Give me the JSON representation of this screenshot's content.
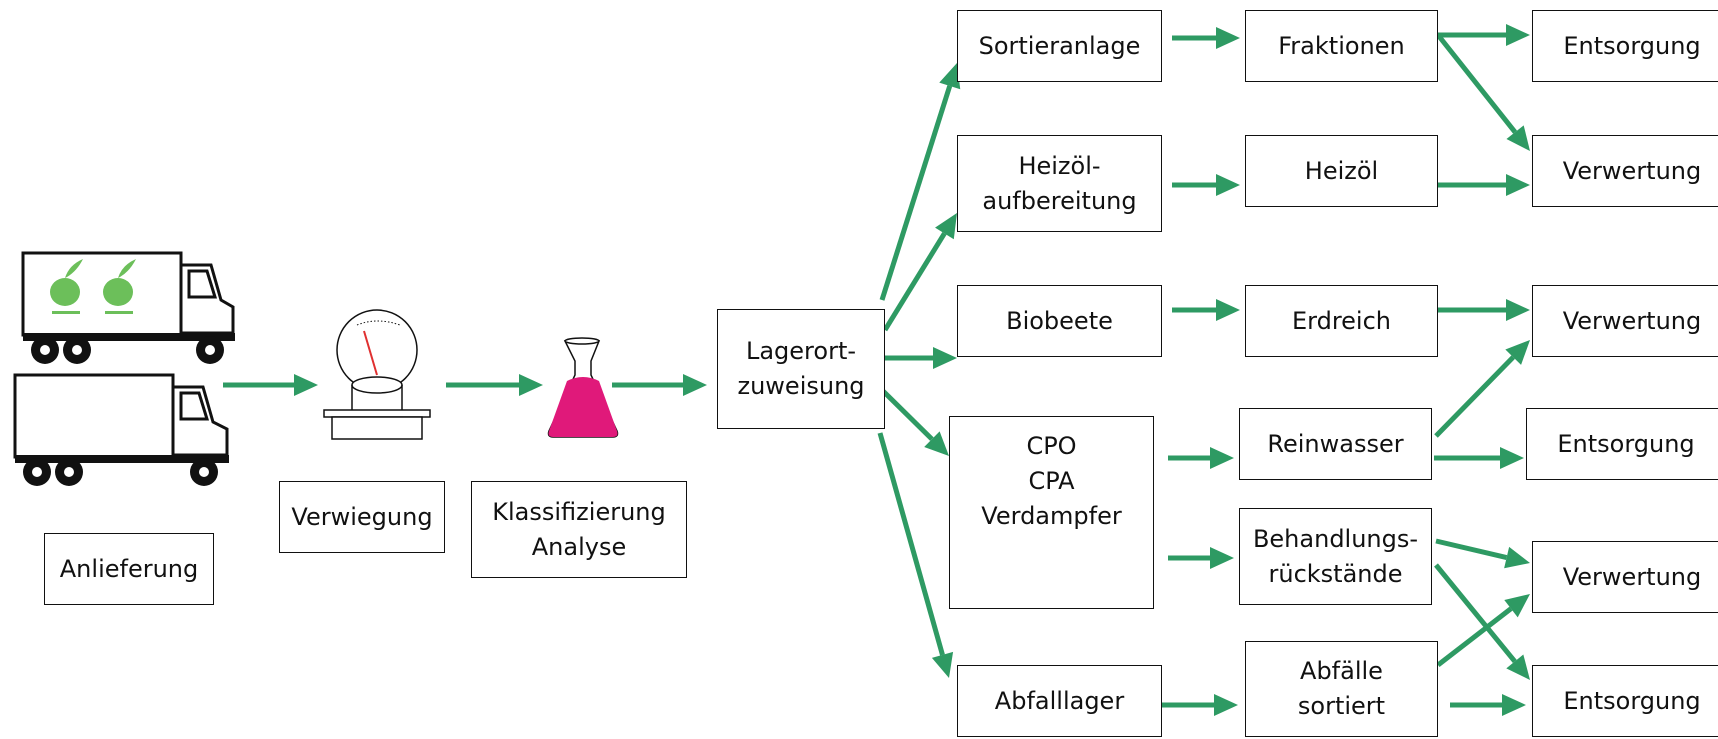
{
  "colors": {
    "arrow": "#2e9a63",
    "box_border": "#111111",
    "apple": "#6cbf5a",
    "flask": "#e0197a",
    "needle": "#e03030"
  },
  "illustrations": {
    "trucks": "delivery-trucks-icon",
    "scale": "weighing-scale-icon",
    "flask": "lab-flask-icon"
  },
  "boxes": {
    "anlieferung": "Anlieferung",
    "verwiegung": "Verwiegung",
    "klassifizierung": "Klassifizierung\nAnalyse",
    "lagerort": "Lagerort-\nzuweisung",
    "sortieranlage": "Sortieranlage",
    "heizoel_aufbereitung": "Heizöl-\naufbereitung",
    "biobeete": "Biobeete",
    "cpo": "CPO\nCPA\nVerdampfer",
    "abfalllager": "Abfalllager",
    "fraktionen": "Fraktionen",
    "heizoel": "Heizöl",
    "erdreich": "Erdreich",
    "reinwasser": "Reinwasser",
    "behandlung": "Behandlungs-\nrückstände",
    "abfaelle": "Abfälle\nsortiert",
    "out1": "Entsorgung",
    "out2": "Verwertung",
    "out3": "Verwertung",
    "out4": "Entsorgung",
    "out5": "Verwertung",
    "out6": "Entsorgung"
  }
}
